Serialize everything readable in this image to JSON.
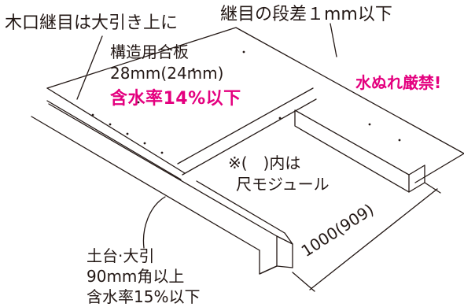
{
  "labels": {
    "joint_top": "木口継目は大引き上に",
    "step": "継目の段差１mm以下",
    "plywood": [
      "構造用合板",
      "28mm(24mm)"
    ],
    "plywood_moisture": "含水率14%以下",
    "no_water": "水ぬれ厳禁!",
    "note_paren": "※(　)内は",
    "note_module": "尺モジュール",
    "dimension": "1000(909)",
    "sill_beam": [
      "土台·大引",
      "90mm角以上",
      "含水率15%以下"
    ]
  },
  "colors": {
    "line": "#231815",
    "accent": "#e4007f",
    "background": "#ffffff"
  }
}
